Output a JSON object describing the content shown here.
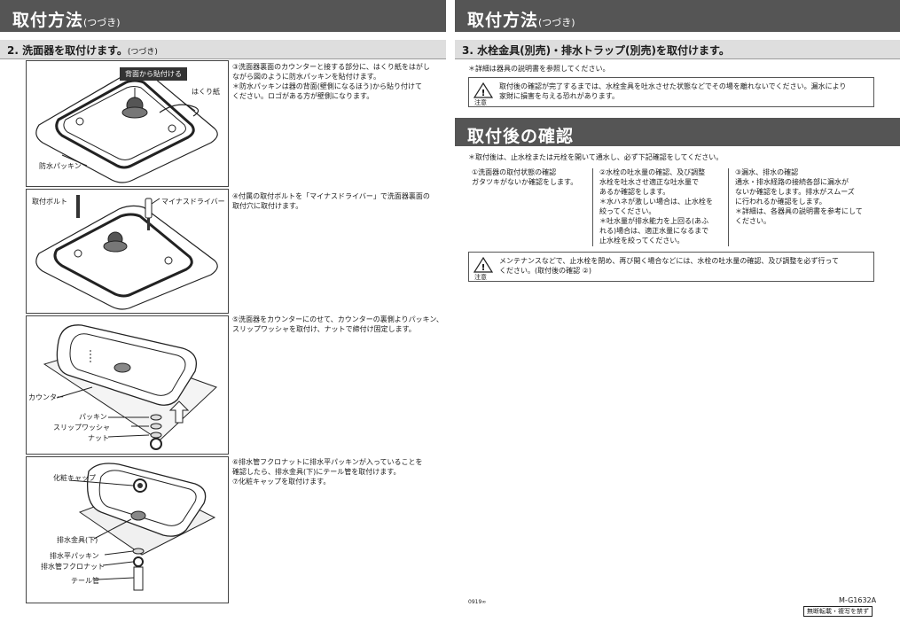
{
  "left": {
    "header": {
      "title": "取付方法",
      "suffix": "(つづき)"
    },
    "section": {
      "title": "2. 洗面器を取付けます。",
      "suffix": "(つづき)"
    },
    "figures": [
      {
        "labels": {
          "callout": "背面から貼付ける",
          "paper": "はくり紙",
          "packing": "防水パッキン"
        },
        "text": [
          "③洗面器裏面のカウンターと接する部分に、はくり紙をはがし",
          "  ながら図のように防水パッキンを貼付けます。",
          "＊防水パッキンは器の背面(壁側になるほう)から貼り付けて",
          "  ください。ロゴがある方が壁側になります。"
        ]
      },
      {
        "labels": {
          "bolt": "取付ボルト",
          "driver": "マイナスドライバー"
        },
        "text": [
          "④付属の取付ボルトを「マイナスドライバー」で洗面器裏面の",
          "  取付穴に取付けます。"
        ]
      },
      {
        "labels": {
          "counter": "カウンター",
          "packing": "パッキン",
          "washer": "スリップワッシャ",
          "nut": "ナット"
        },
        "text": [
          "⑤洗面器をカウンターにのせて、カウンターの裏側よりパッキン、",
          "  スリップワッシャを取付け、ナットで締付け固定します。"
        ]
      },
      {
        "labels": {
          "cap": "化粧キャップ",
          "drain": "排水金具(下)",
          "flat_packing": "排水平パッキン",
          "flare_nut": "排水管フクロナット",
          "tail": "テール管"
        },
        "text": [
          "⑥排水管フクロナットに排水平パッキンが入っていることを",
          "  確認したら、排水金具(下)にテール管を取付けます。",
          "⑦化粧キャップを取付けます。"
        ]
      }
    ]
  },
  "right": {
    "header": {
      "title": "取付方法",
      "suffix": "(つづき)"
    },
    "section": {
      "title": "3. 水栓金具(別売)・排水トラップ(別売)を取付けます。"
    },
    "note": "＊詳細は器具の説明書を参照してください。",
    "warning1": {
      "label": "注意",
      "lines": [
        "取付後の確認が完了するまでは、水栓金具を吐水させた状態などでその場を離れないでください。漏水により",
        "家財に損害を与える恐れがあります。"
      ]
    },
    "check_header": {
      "title": "取付後の確認"
    },
    "check_intro": "＊取付後は、止水栓または元栓を開いて通水し、必ず下記確認をしてください。",
    "checks": [
      [
        "①洗面器の取付状態の確認",
        "  ガタツキがないか確認をします。"
      ],
      [
        "②水栓の吐水量の確認、及び調整",
        "  水栓を吐水させ適正な吐水量で",
        "  あるか確認をします。",
        "＊水ハネが激しい場合は、止水栓を",
        "  絞ってください。",
        "＊吐水量が排水能力を上回る(あふ",
        "  れる)場合は、適正水量になるまで",
        "  止水栓を絞ってください。"
      ],
      [
        "③漏水、排水の確認",
        "  通水・排水経路の接続各部に漏水が",
        "  ないか確認をします。排水がスムーズ",
        "  に行われるか確認をします。",
        "＊詳細は、各器具の説明書を参考にして",
        "  ください。"
      ]
    ],
    "warning2": {
      "label": "注意",
      "lines": [
        "メンテナンスなどで、止水栓を閉め、再び開く場合などには、水栓の吐水量の確認、及び調整を必ず行って",
        "ください。(取付後の確認 ②)"
      ]
    },
    "footer": {
      "left_code": "0919∞",
      "doc_code": "M-G1632A",
      "notice": "無断転載・複写を禁ず"
    }
  }
}
